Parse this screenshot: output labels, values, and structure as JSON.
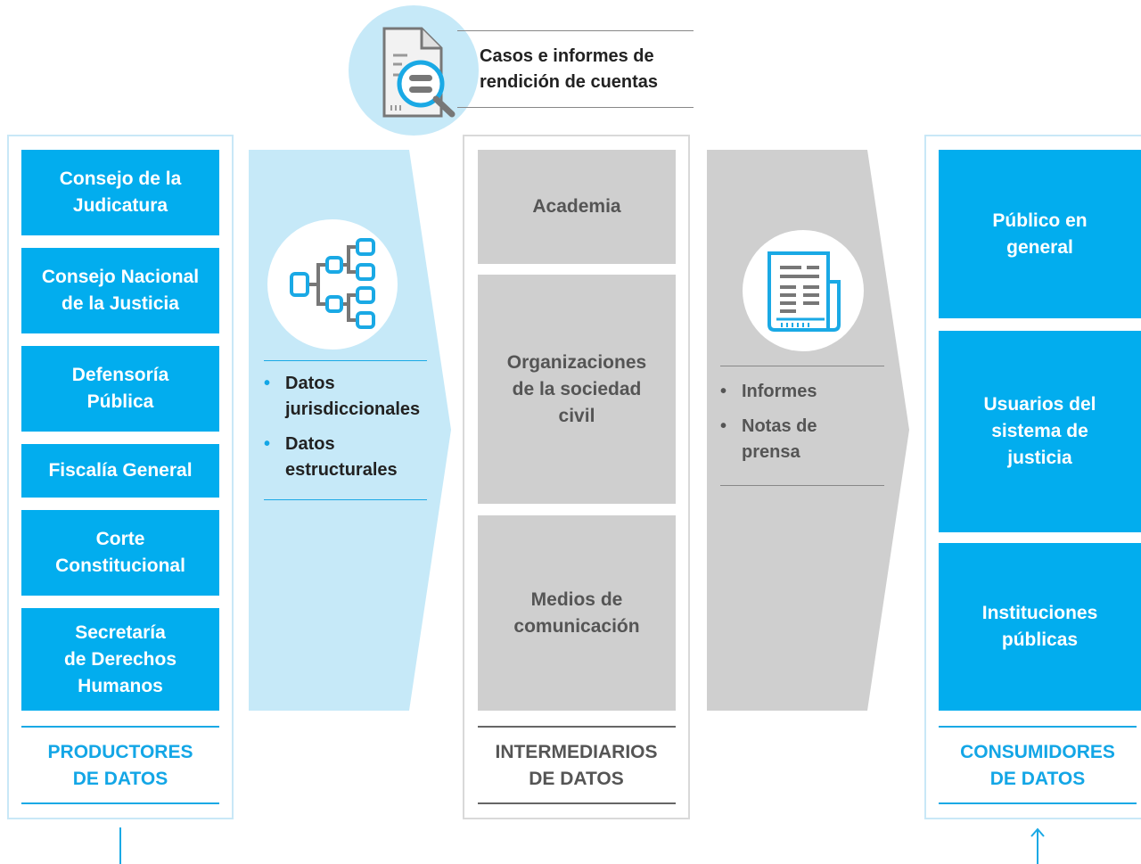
{
  "top_label": "Casos e informes de\nrendición de cuentas",
  "producers": {
    "items": [
      "Consejo de la\nJudicatura",
      "Consejo Nacional\nde la Justicia",
      "Defensoría\nPública",
      "Fiscalía General",
      "Corte\nConstitucional",
      "Secretaría\nde Derechos\nHumanos"
    ],
    "label": "PRODUCTORES\nDE DATOS"
  },
  "data_flow": {
    "bullets": [
      "Datos\njurisdiccionales",
      "Datos\nestructurales"
    ]
  },
  "intermediaries": {
    "items": [
      "Academia",
      "Organizaciones\nde la sociedad\ncivil",
      "Medios de\ncomunicación"
    ],
    "label": "INTERMEDIARIOS\nDE DATOS"
  },
  "reports_flow": {
    "bullets": [
      "Informes",
      "Notas de\nprensa"
    ]
  },
  "consumers": {
    "items": [
      "Público en\ngeneral",
      "Usuarios del\nsistema de\njusticia",
      "Instituciones\npúblicas"
    ],
    "label": "CONSUMIDORES\nDE DATOS"
  },
  "icons": [
    "document-search-icon",
    "data-hierarchy-icon",
    "newspaper-icon"
  ],
  "colors": {
    "blue": "#02adee",
    "light_blue": "#c6e9f8",
    "grey": "#cfcfcf",
    "dark_text": "#555555"
  }
}
